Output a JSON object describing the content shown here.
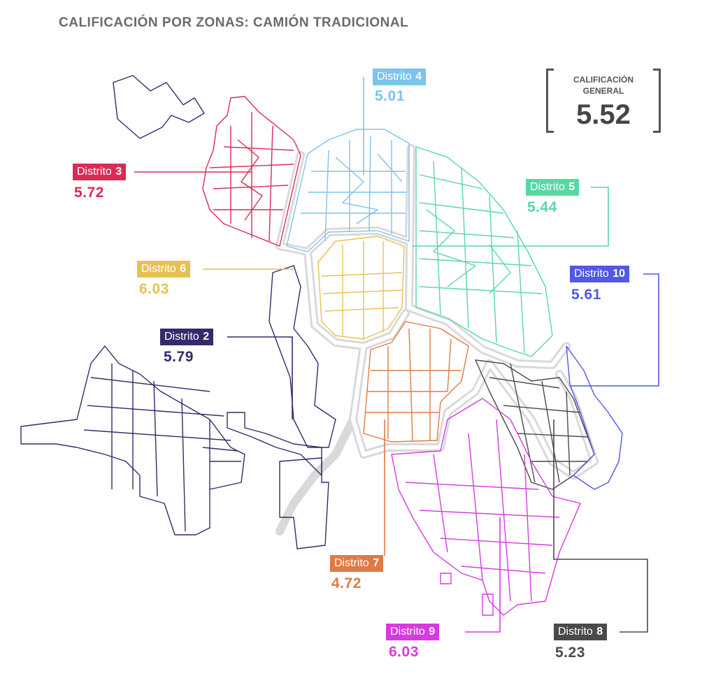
{
  "title": "CALIFICACIÓN POR ZONAS: CAMIÓN TRADICIONAL",
  "general": {
    "label_line1": "CALIFICACIÓN",
    "label_line2": "GENERAL",
    "value": "5.52"
  },
  "districts": [
    {
      "id": "d4",
      "prefix": "Distrito",
      "number": "4",
      "score": "5.01",
      "color": "#7dc3ec"
    },
    {
      "id": "d3",
      "prefix": "Distrito",
      "number": "3",
      "score": "5.72",
      "color": "#d82c55"
    },
    {
      "id": "d5",
      "prefix": "Distrito",
      "number": "5",
      "score": "5.44",
      "color": "#57d8a3"
    },
    {
      "id": "d6",
      "prefix": "Distrito",
      "number": "6",
      "score": "6.03",
      "color": "#e6c152"
    },
    {
      "id": "d10",
      "prefix": "Distrito",
      "number": "10",
      "score": "5.61",
      "color": "#5158e3"
    },
    {
      "id": "d2",
      "prefix": "Distrito",
      "number": "2",
      "score": "5.79",
      "color": "#352a6b"
    },
    {
      "id": "d7",
      "prefix": "Distrito",
      "number": "7",
      "score": "4.72",
      "color": "#e07a44"
    },
    {
      "id": "d9",
      "prefix": "Distrito",
      "number": "9",
      "score": "6.03",
      "color": "#d63ae0"
    },
    {
      "id": "d8",
      "prefix": "Distrito",
      "number": "8",
      "score": "5.23",
      "color": "#4a4a4a"
    }
  ],
  "road_color": "#d6d6d6"
}
